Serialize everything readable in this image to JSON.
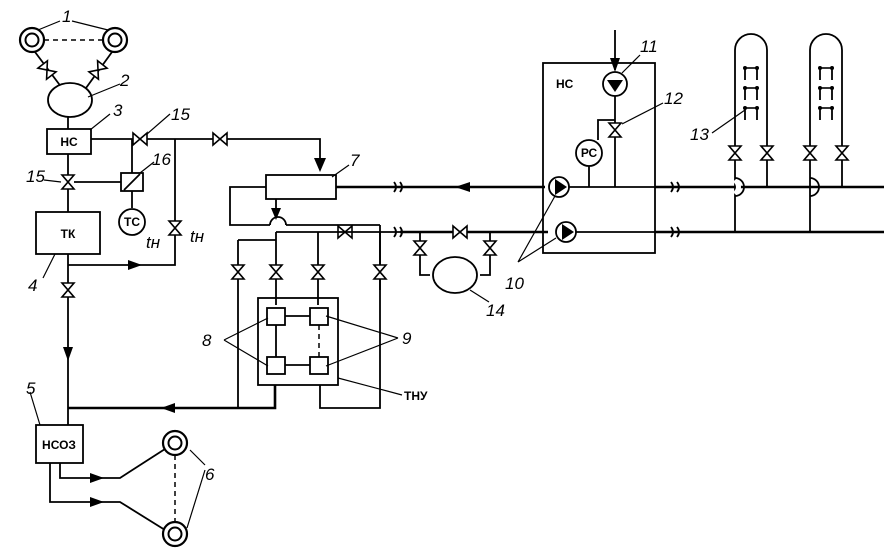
{
  "labels": {
    "ns": "НС",
    "tk": "ТК",
    "ts": "ТС",
    "rs": "РС",
    "nsoz": "НСОЗ",
    "tnu": "ТНУ",
    "tn1": "tн",
    "tn2": "tн"
  },
  "numbers": {
    "n1": "1",
    "n2": "2",
    "n3": "3",
    "n4": "4",
    "n5": "5",
    "n6": "6",
    "n7": "7",
    "n8": "8",
    "n9": "9",
    "n10": "10",
    "n11": "11",
    "n12": "12",
    "n13": "13",
    "n14": "14",
    "n15a": "15",
    "n15b": "15",
    "n16": "16"
  }
}
